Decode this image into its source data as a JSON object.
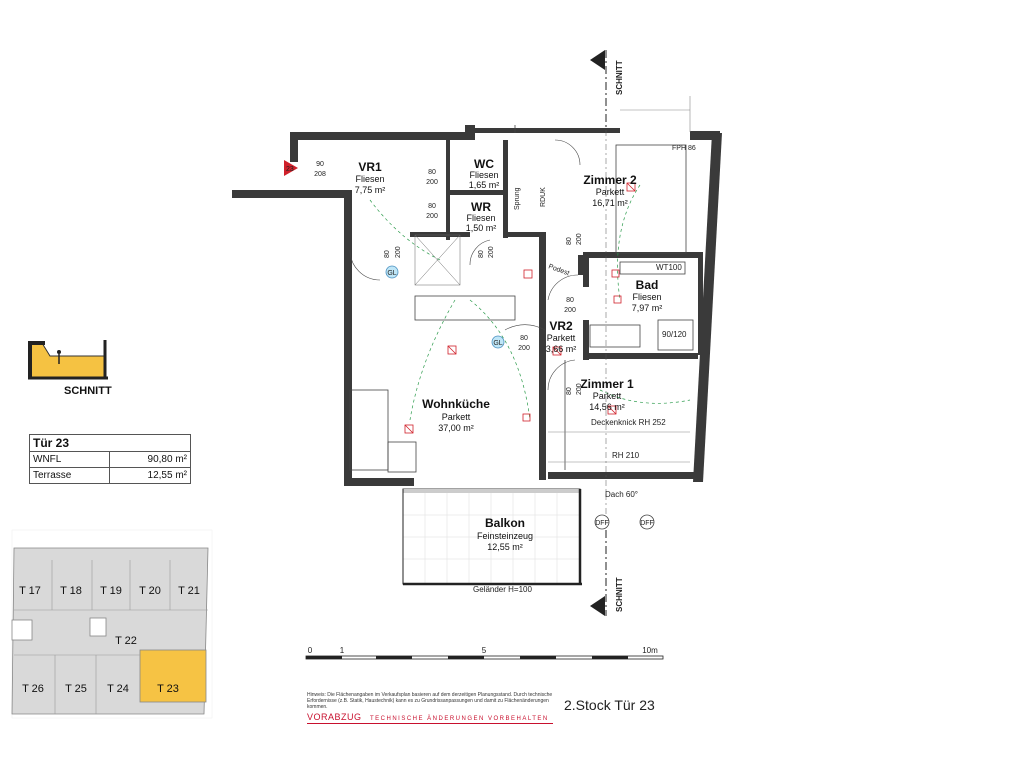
{
  "unit": {
    "title": "Tür 23",
    "rows": [
      {
        "label": "WNFL",
        "value": "90,80 m²"
      },
      {
        "label": "Terrasse",
        "value": "12,55 m²"
      }
    ]
  },
  "section_key": {
    "label": "SCHNITT"
  },
  "section_markers": {
    "top": "SCHNITT",
    "bottom": "SCHNITT"
  },
  "rooms": [
    {
      "id": "vr1",
      "name": "VR1",
      "floor": "Fliesen",
      "area": "7,75 m²"
    },
    {
      "id": "wc",
      "name": "WC",
      "floor": "Fliesen",
      "area": "1,65 m²"
    },
    {
      "id": "wr",
      "name": "WR",
      "floor": "Fliesen",
      "area": "1,50 m²"
    },
    {
      "id": "zimmer2",
      "name": "Zimmer 2",
      "floor": "Parkett",
      "area": "16,71 m²"
    },
    {
      "id": "bad",
      "name": "Bad",
      "floor": "Fliesen",
      "area": "7,97 m²"
    },
    {
      "id": "vr2",
      "name": "VR2",
      "floor": "Parkett",
      "area": "3,66 m²"
    },
    {
      "id": "zimmer1",
      "name": "Zimmer 1",
      "floor": "Parkett",
      "area": "14,56 m²"
    },
    {
      "id": "wohnkueche",
      "name": "Wohnküche",
      "floor": "Parkett",
      "area": "37,00 m²"
    },
    {
      "id": "balkon",
      "name": "Balkon",
      "floor": "Feinsteinzeug",
      "area": "12,55 m²"
    }
  ],
  "annotations": {
    "door_vr1": [
      "90",
      "208"
    ],
    "door_wc": [
      "80",
      "200"
    ],
    "door_wr": [
      "80",
      "200"
    ],
    "door_wohn": [
      "80",
      "200"
    ],
    "door_z2": [
      "80",
      "200"
    ],
    "door_bad": [
      "80",
      "200"
    ],
    "door_vr2": [
      "80",
      "200"
    ],
    "door_z1": [
      "80",
      "200"
    ],
    "door_wr2": [
      "80",
      "200"
    ],
    "gl1": "GL",
    "gl2": "GL",
    "wt": "WT100",
    "shower": "90/120",
    "fph": "FPH 86",
    "sprung": "Sprung",
    "rduk": "RDUK",
    "podest": "Podest",
    "deckenknick": "Deckenknick RH 252",
    "rh210": "RH 210",
    "dach": "Dach 60°",
    "gelaender": "Geländer H=100",
    "dff1": "DFF",
    "dff2": "DFF",
    "unit_tag": "23"
  },
  "scale": {
    "ticks": [
      "0",
      "1",
      "5",
      "10m"
    ]
  },
  "keyplan": {
    "units": [
      "T 17",
      "T 18",
      "T 19",
      "T 20",
      "T 21",
      "T 22",
      "T 26",
      "T 25",
      "T 24",
      "T 23"
    ],
    "highlight": "T 23",
    "highlight_color": "#f6c344"
  },
  "footer": {
    "note": "Hinweis: Die Flächenangaben im Verkaufsplan basieren auf dem derzeitigen Planungsstand. Durch technische Erfordernisse (z.B. Statik, Haustechnik) kann es zu Grundrissanpassungen und damit zu Flächenänderungen kommen.",
    "vorabzug": "VORABZUG",
    "technik": "TECHNISCHE ÄNDERUNGEN VORBEHALTEN",
    "floor_title": "2.Stock Tür 23"
  }
}
